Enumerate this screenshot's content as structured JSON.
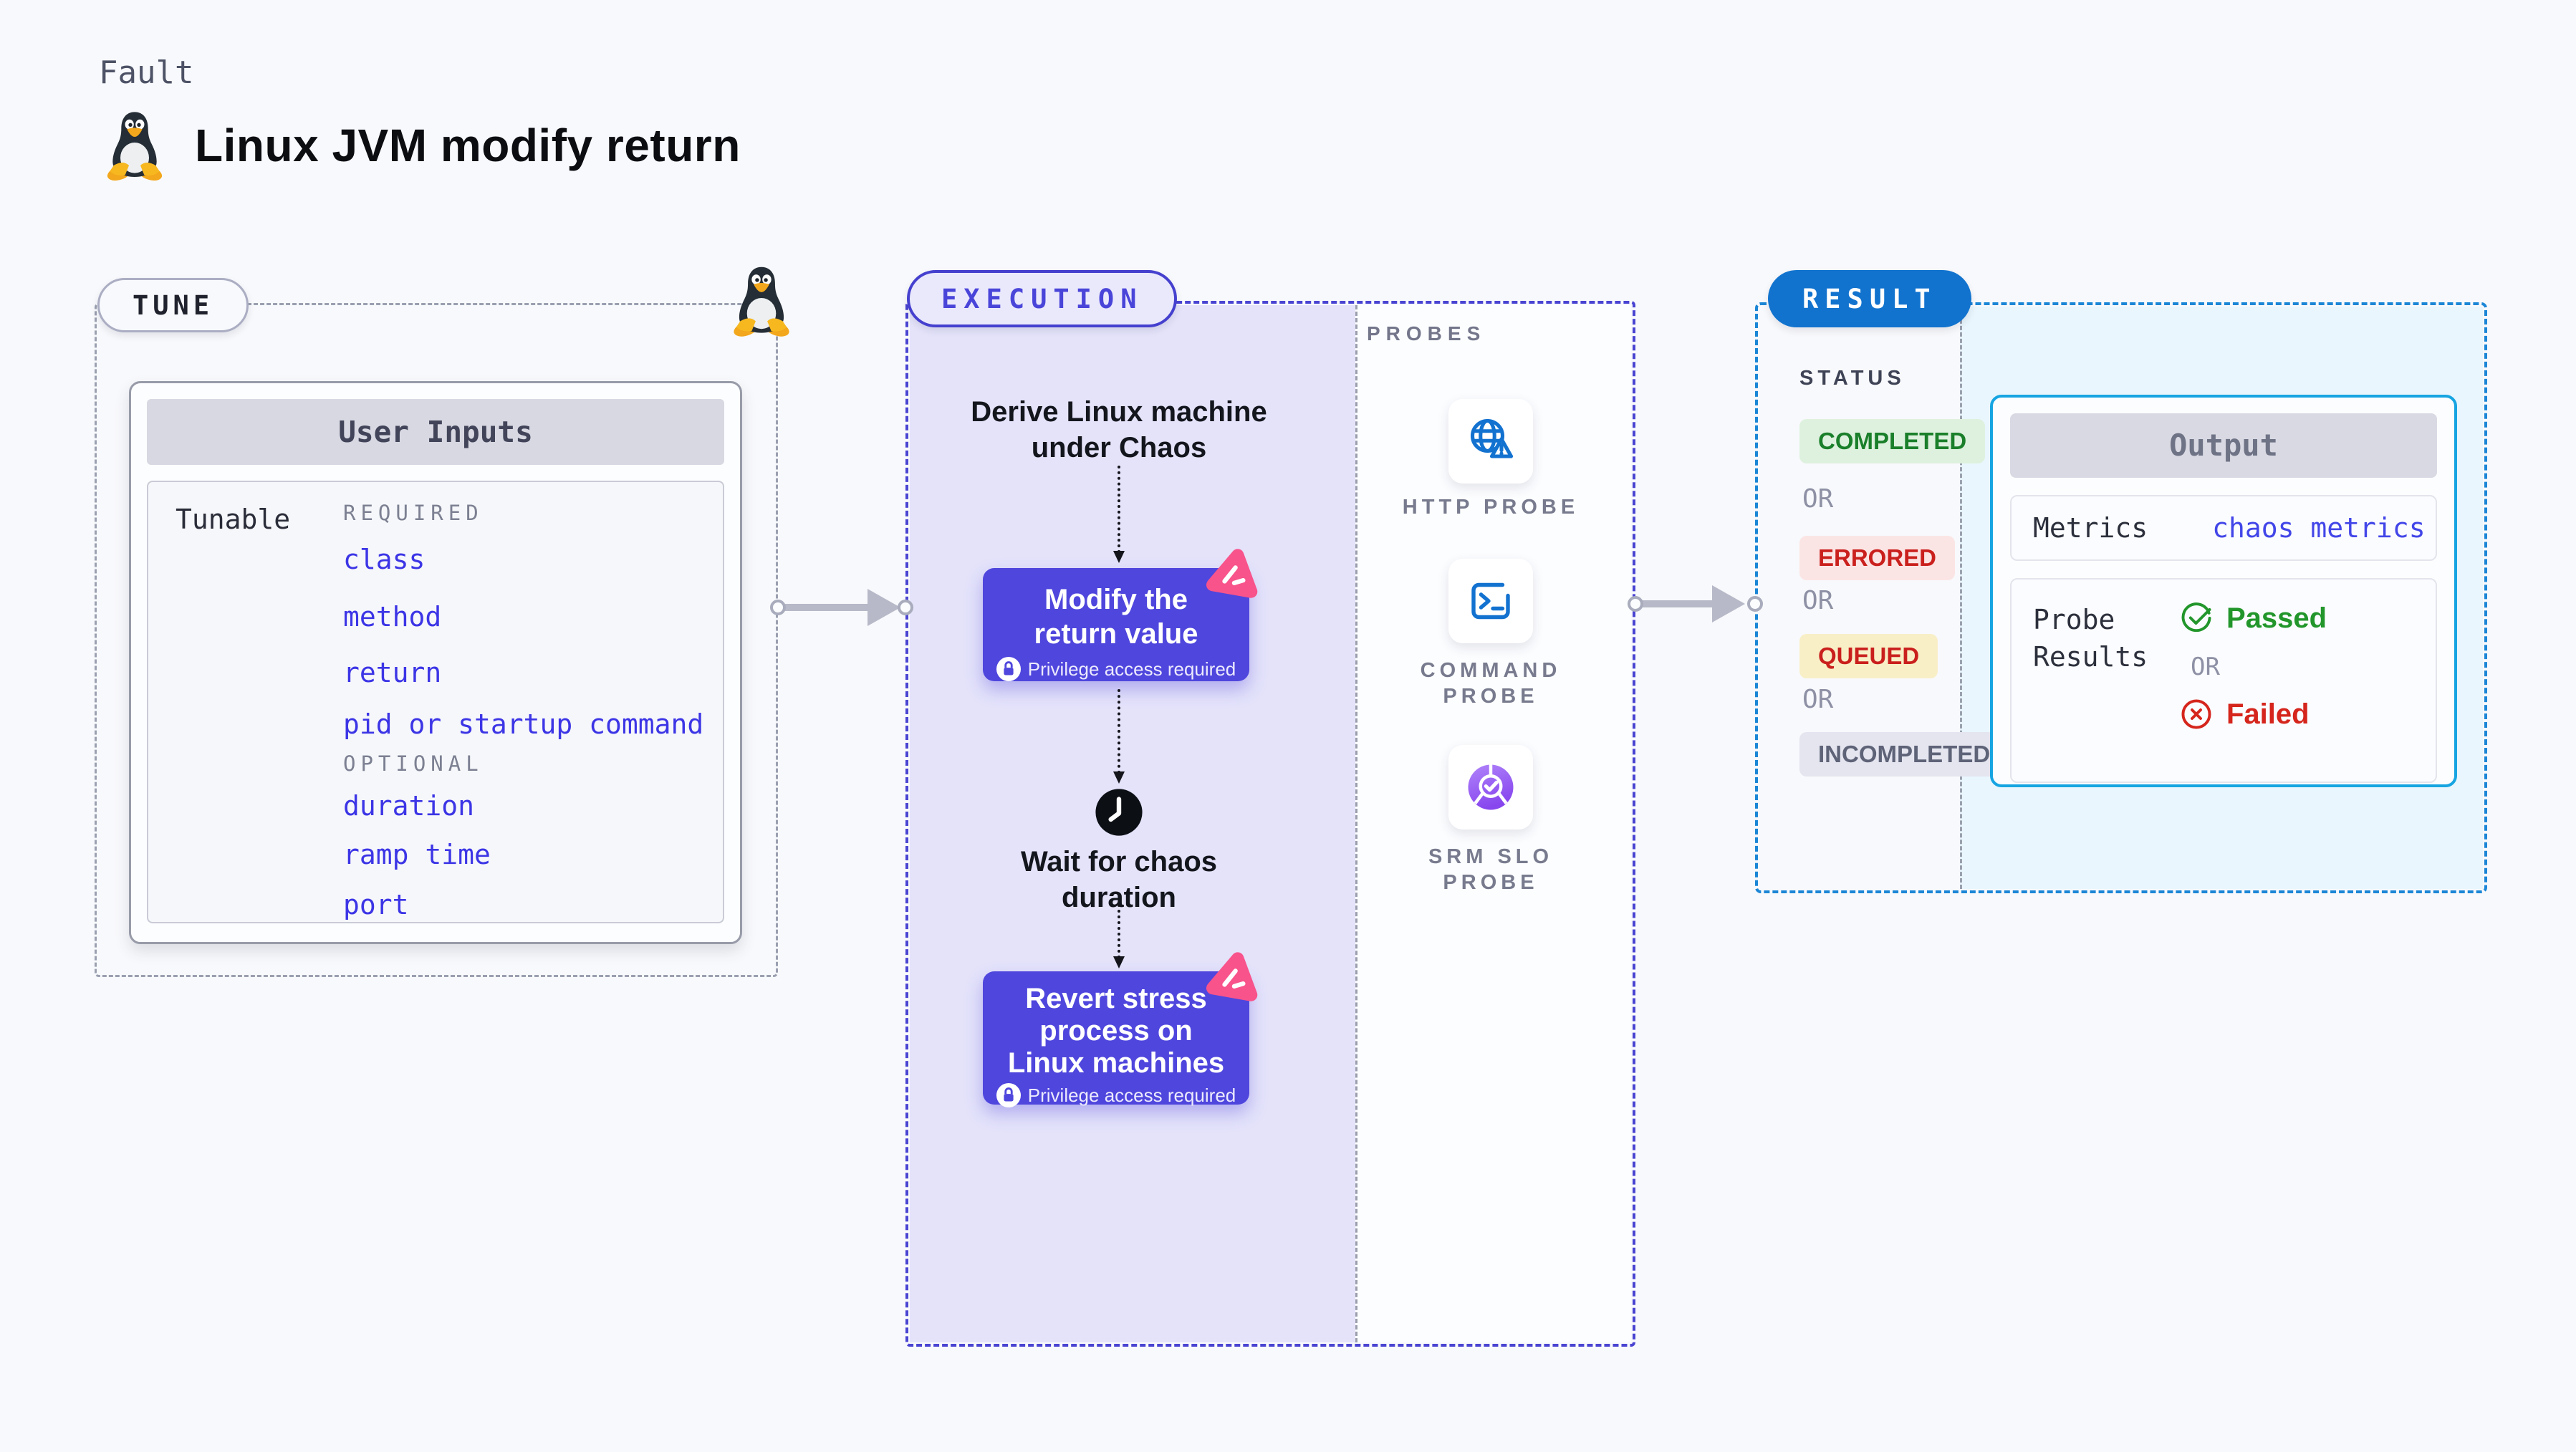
{
  "header": {
    "eyebrow": "Fault",
    "title": "Linux JVM modify return",
    "icon": "tux-linux-icon"
  },
  "tune": {
    "badge": "TUNE",
    "user_inputs": {
      "title": "User Inputs",
      "row_label": "Tunable",
      "required_label": "REQUIRED",
      "required_items": [
        "class",
        "method",
        "return",
        "pid or startup command"
      ],
      "optional_label": "OPTIONAL",
      "optional_items": [
        "duration",
        "ramp time",
        "port"
      ]
    }
  },
  "execution": {
    "badge": "EXECUTION",
    "start_label": "Derive Linux machine under Chaos",
    "steps": [
      {
        "label": "Modify the return value",
        "note": "Privilege access required",
        "icon": "chaos-pink-icon"
      },
      {
        "label": "Wait for chaos duration",
        "icon": "clock-icon"
      },
      {
        "label": "Revert stress process on Linux machines",
        "note": "Privilege access required",
        "icon": "chaos-pink-icon"
      }
    ],
    "probes": {
      "label": "PROBES",
      "items": [
        {
          "name": "HTTP PROBE",
          "icon": "globe-warning-icon"
        },
        {
          "name": "COMMAND PROBE",
          "icon": "terminal-icon"
        },
        {
          "name": "SRM SLO PROBE",
          "icon": "slo-pie-check-icon"
        }
      ]
    }
  },
  "result": {
    "badge": "RESULT",
    "status": {
      "label": "STATUS",
      "completed": "COMPLETED",
      "errored": "ERRORED",
      "queued": "QUEUED",
      "incompleted": "INCOMPLETED",
      "or": "OR"
    },
    "output": {
      "title": "Output",
      "metrics_label": "Metrics",
      "metrics_value": "chaos metrics",
      "probe_results_label": "Probe Results",
      "passed": "Passed",
      "or": "OR",
      "failed": "Failed"
    }
  },
  "colors": {
    "accent_indigo": "#4f46dd",
    "execution_border": "#4a44d2",
    "execution_bg": "#e4e3fa",
    "result_blue": "#1173ce",
    "result_border": "#1b86d6",
    "output_border": "#17a5e2",
    "link_blue": "#3c35e6",
    "passed_green": "#22962b",
    "failed_red": "#d5251c",
    "chaos_pink": "#f8538b",
    "probe_icon_blue": "#1372d0"
  }
}
